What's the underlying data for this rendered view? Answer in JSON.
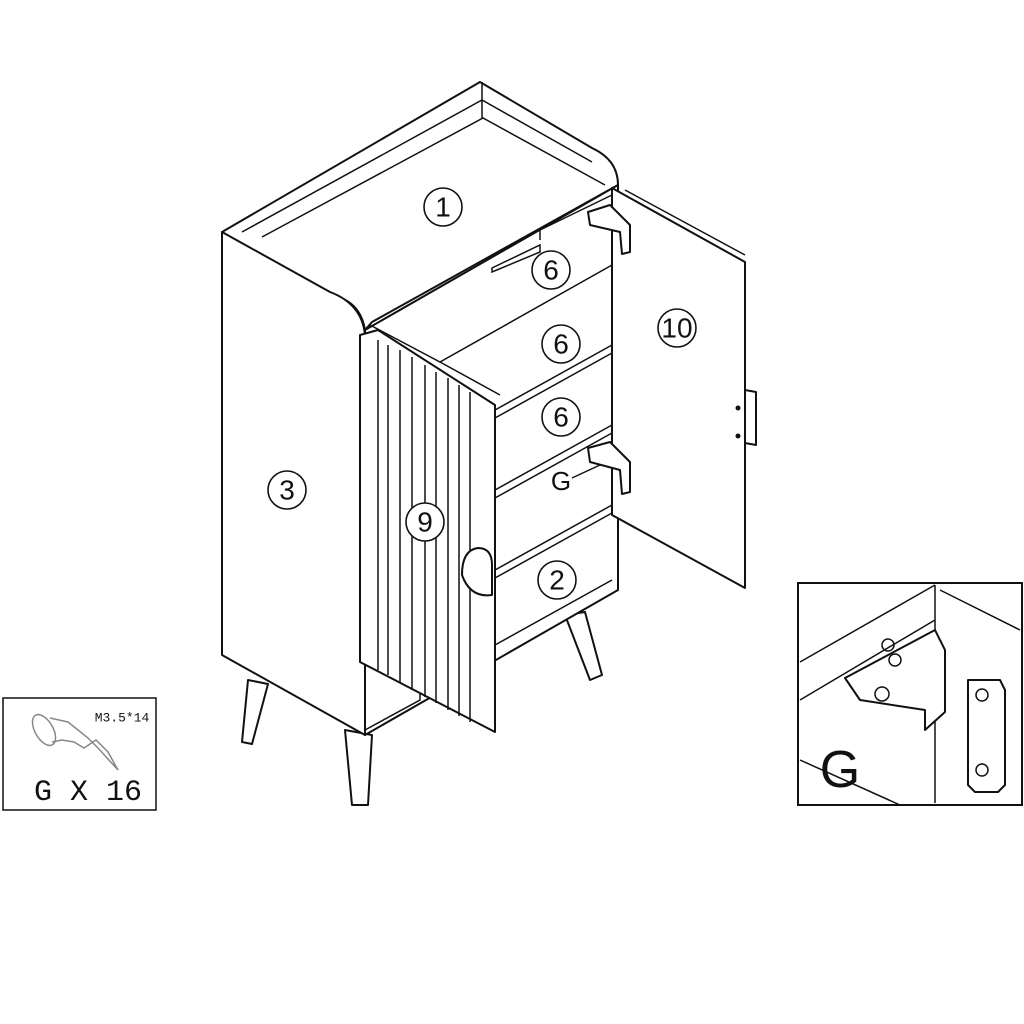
{
  "diagram": {
    "part_labels": {
      "top": "1",
      "shelf_1": "6",
      "shelf_2": "6",
      "shelf_3": "6",
      "bottom": "2",
      "side": "3",
      "left_door": "9",
      "right_door": "10"
    },
    "hinge_callout": "G"
  },
  "screw_box": {
    "size": "M3.5*14",
    "quantity": "G X 16"
  },
  "detail_inset": {
    "label": "G"
  },
  "colors": {
    "line": "#111111",
    "background": "#ffffff"
  }
}
